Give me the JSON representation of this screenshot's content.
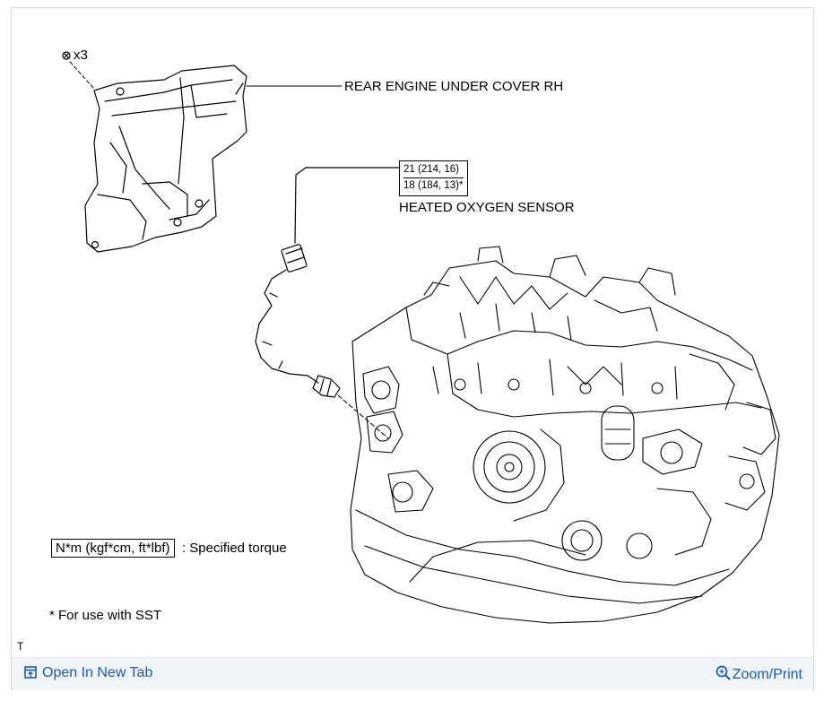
{
  "diagram": {
    "labels": {
      "bolt_count": "x3",
      "rear_cover": "REAR ENGINE UNDER COVER RH",
      "torque_line_1": "21 (214, 16)",
      "torque_line_2": "18 (184, 13)*",
      "sensor": "HEATED OXYGEN SENSOR",
      "legend_units": "N*m (kgf*cm, ft*lbf)",
      "legend_text": ": Specified torque",
      "sst_note": "* For use with SST",
      "corner_mark": "T"
    }
  },
  "toolbar": {
    "open_tab_label": "Open In New Tab",
    "open_tab_icon": "open-in-new-tab-icon",
    "zoom_label": "Zoom/Print",
    "zoom_icon": "zoom-magnifier-icon",
    "accent_color": "#1f5aa6",
    "bar_color": "#f1f4f9"
  }
}
